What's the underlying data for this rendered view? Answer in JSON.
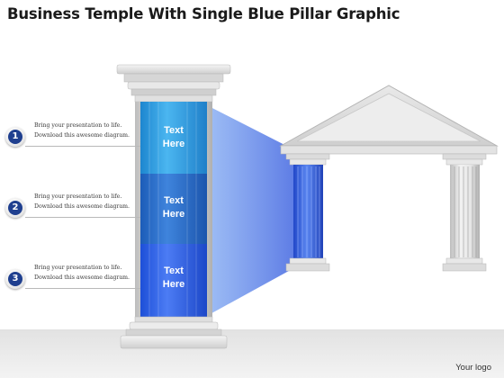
{
  "title": "Business Temple With Single Blue Pillar Graphic",
  "items": [
    {
      "number": "1",
      "line1": "Bring your presentation to life.",
      "line2": "Download this awesome diagram."
    },
    {
      "number": "2",
      "line1": "Bring your presentation to life.",
      "line2": "Download this awesome diagram."
    },
    {
      "number": "3",
      "line1": "Bring your presentation to life.",
      "line2": "Download this awesome diagram."
    }
  ],
  "segments": [
    {
      "line1": "Text",
      "line2": "Here"
    },
    {
      "line1": "Text",
      "line2": "Here"
    },
    {
      "line1": "Text",
      "line2": "Here"
    }
  ],
  "logo": "Your logo",
  "colors": {
    "number_circle": "#1f3f8f",
    "segment_top": "#2f9fe0",
    "segment_middle": "#2a6fd0",
    "segment_bottom": "#2a5fe6",
    "pillar_gray": "#d9d9d9"
  }
}
